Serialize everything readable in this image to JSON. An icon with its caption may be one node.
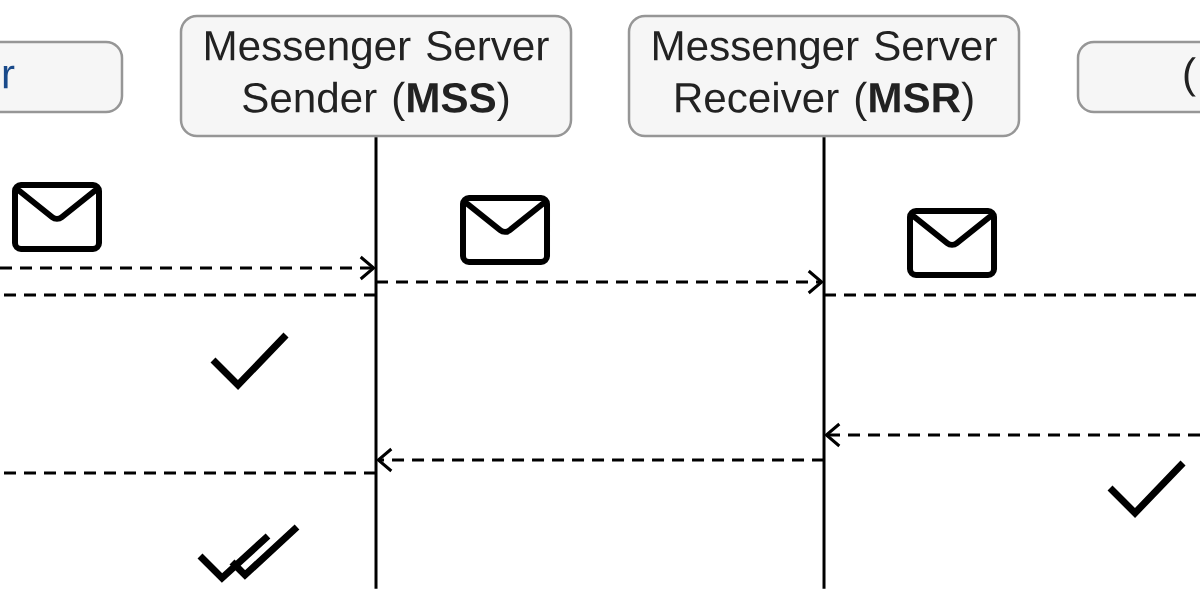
{
  "diagram": {
    "nodes": [
      {
        "text": [
          "r"
        ]
      },
      {
        "text": [
          "Messenger Server Sender (**MSS**)"
        ]
      },
      {
        "text": [
          "Messenger Server Receiver (**MSR**)"
        ]
      },
      {
        "text": [
          "("
        ]
      },
      {
        "text": [],
        "shape": "line"
      },
      {
        "text": [],
        "shape": "line"
      }
    ],
    "edges": [
      {
        "from": null,
        "to": 4,
        "arrow": "to",
        "style": "dashed"
      },
      {
        "from": 4,
        "to": null,
        "arrow": "none",
        "style": "dashed"
      },
      {
        "from": 4,
        "to": 5,
        "arrow": "to",
        "style": "dashed"
      },
      {
        "from": 5,
        "to": null,
        "arrow": "none",
        "style": "dashed"
      },
      {
        "from": null,
        "to": 5,
        "arrow": "to",
        "style": "dashed"
      },
      {
        "from": 5,
        "to": 4,
        "arrow": "to",
        "style": "dashed"
      },
      {
        "from": 4,
        "to": null,
        "arrow": "none",
        "style": "dashed"
      }
    ]
  }
}
